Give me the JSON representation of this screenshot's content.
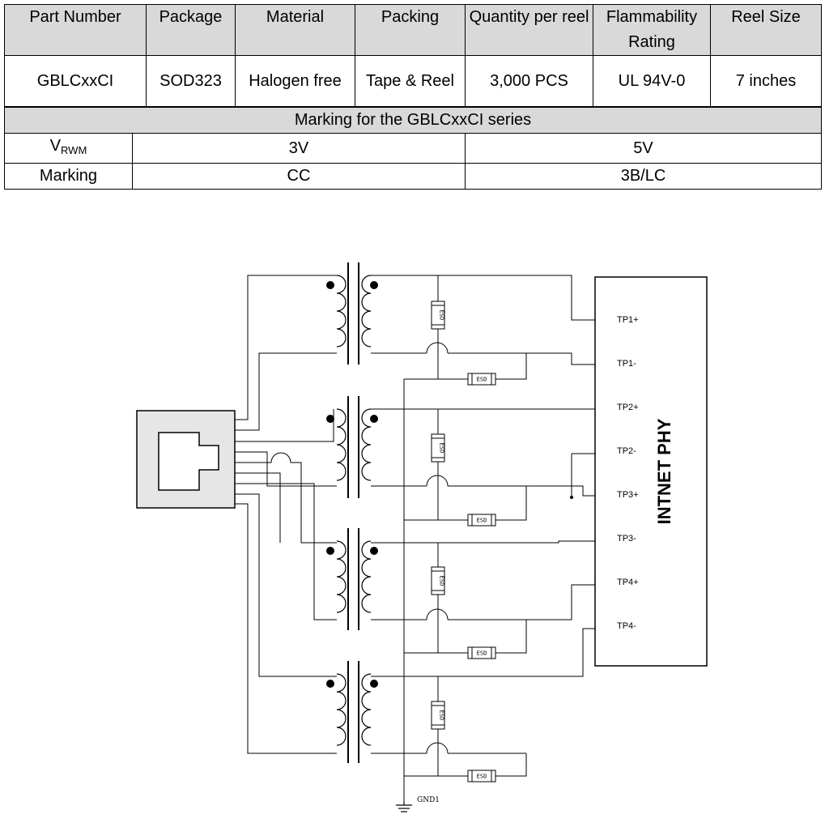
{
  "spec_table": {
    "headers": [
      "Part Number",
      "Package",
      "Material",
      "Packing",
      "Quantity per reel",
      "Flammability Rating",
      "Reel Size"
    ],
    "row": [
      "GBLCxxCI",
      "SOD323",
      "Halogen free",
      "Tape & Reel",
      "3,000 PCS",
      "UL 94V-0",
      "7 inches"
    ]
  },
  "marking_table": {
    "title": "Marking for the GBLCxxCI series",
    "vrwm_label_main": "V",
    "vrwm_label_sub": "RWM",
    "vrwm_values": [
      "3V",
      "5V"
    ],
    "marking_label": "Marking",
    "marking_values": [
      "CC",
      "3B/LC"
    ]
  },
  "diagram": {
    "phy_label": "INTNET PHY",
    "pins": [
      "TP1+",
      "TP1-",
      "TP2+",
      "TP2-",
      "TP3+",
      "TP3-",
      "TP4+",
      "TP4-"
    ],
    "esd_label": "ESD",
    "gnd_label": "GND1"
  }
}
